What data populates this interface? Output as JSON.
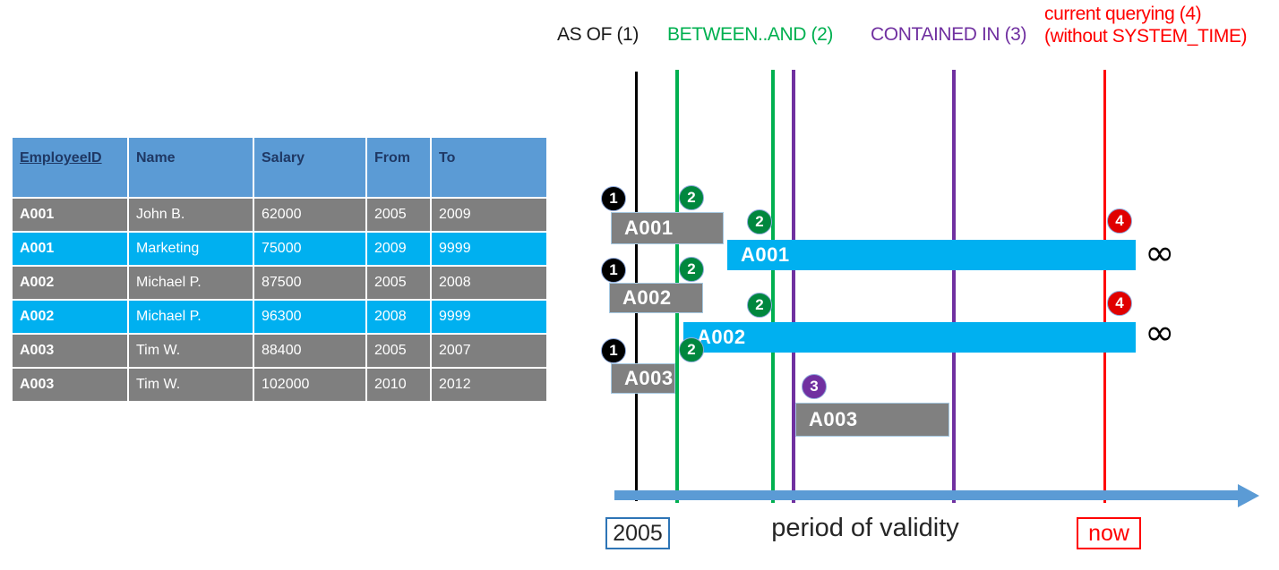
{
  "table": {
    "name": "employee-temporal-table",
    "columns": [
      {
        "key": "employee_id",
        "label": "EmployeeID",
        "underlined": true
      },
      {
        "key": "name",
        "label": "Name",
        "underlined": false
      },
      {
        "key": "salary",
        "label": "Salary",
        "underlined": false
      },
      {
        "key": "from",
        "label": "From",
        "underlined": false
      },
      {
        "key": "to",
        "label": "To",
        "underlined": false
      }
    ],
    "rows": [
      {
        "style": "gray",
        "employee_id": "A001",
        "name": "John  B.",
        "salary": "62000",
        "from": "2005",
        "to": "2009"
      },
      {
        "style": "cyan",
        "employee_id": "A001",
        "name": "Marketing",
        "salary": "75000",
        "from": "2009",
        "to": "9999"
      },
      {
        "style": "gray",
        "employee_id": "A002",
        "name": "Michael P.",
        "salary": "87500",
        "from": "2005",
        "to": "2008"
      },
      {
        "style": "cyan",
        "employee_id": "A002",
        "name": "Michael P.",
        "salary": "96300",
        "from": "2008",
        "to": "9999"
      },
      {
        "style": "gray",
        "employee_id": "A003",
        "name": "Tim W.",
        "salary": "88400",
        "from": "2005",
        "to": "2007"
      },
      {
        "style": "gray",
        "employee_id": "A003",
        "name": "Tim W.",
        "salary": "102000",
        "from": "2010",
        "to": "2012"
      }
    ],
    "colors": {
      "header_bg": "#5B9BD5",
      "header_text": "#1F3864",
      "row_gray": "#7F7F7F",
      "row_cyan": "#00B0F0",
      "row_text": "#FFFFFF"
    }
  },
  "diagram": {
    "legend": [
      {
        "id": "as-of",
        "text": "AS OF (1)",
        "color": "#1A1A1A"
      },
      {
        "id": "between-and",
        "text": "BETWEEN..AND (2)",
        "color": "#00B050"
      },
      {
        "id": "contained-in",
        "text": "CONTAINED IN (3)",
        "color": "#7030A0"
      },
      {
        "id": "current-query-line1",
        "text": "current querying (4)",
        "color": "#FF0000"
      },
      {
        "id": "current-query-line2",
        "text": "(without SYSTEM_TIME)",
        "color": "#FF0000"
      }
    ],
    "vertical_lines": [
      {
        "id": "line-as-of",
        "color": "#000000"
      },
      {
        "id": "line-between-start",
        "color": "#00B050"
      },
      {
        "id": "line-between-end",
        "color": "#00B050"
      },
      {
        "id": "line-contained-start",
        "color": "#7030A0"
      },
      {
        "id": "line-contained-end",
        "color": "#7030A0"
      },
      {
        "id": "line-now",
        "color": "#FF0000"
      }
    ],
    "bars": [
      {
        "id": "bar-a001-historic",
        "label": "A001",
        "style": "gray"
      },
      {
        "id": "bar-a001-current",
        "label": "A001",
        "style": "cyan"
      },
      {
        "id": "bar-a002-historic",
        "label": "A002",
        "style": "gray"
      },
      {
        "id": "bar-a002-current",
        "label": "A002",
        "style": "cyan"
      },
      {
        "id": "bar-a003-historic",
        "label": "A003",
        "style": "gray"
      },
      {
        "id": "bar-a003-second",
        "label": "A003",
        "style": "gray"
      }
    ],
    "badges": [
      {
        "id": "badge-a001-asof",
        "text": "1",
        "color": "black"
      },
      {
        "id": "badge-a001-between",
        "text": "2",
        "color": "green"
      },
      {
        "id": "badge-a001-between-2",
        "text": "2",
        "color": "green"
      },
      {
        "id": "badge-a001-now",
        "text": "4",
        "color": "red"
      },
      {
        "id": "badge-a002-asof",
        "text": "1",
        "color": "black"
      },
      {
        "id": "badge-a002-between",
        "text": "2",
        "color": "green"
      },
      {
        "id": "badge-a002-between-2",
        "text": "2",
        "color": "green"
      },
      {
        "id": "badge-a002-now",
        "text": "4",
        "color": "red"
      },
      {
        "id": "badge-a003-asof",
        "text": "1",
        "color": "black"
      },
      {
        "id": "badge-a003-between",
        "text": "2",
        "color": "green"
      },
      {
        "id": "badge-a003-contained",
        "text": "3",
        "color": "purple"
      }
    ],
    "infinity_symbols": [
      {
        "id": "infinity-a001",
        "text": "∞"
      },
      {
        "id": "infinity-a002",
        "text": "∞"
      }
    ],
    "axis": {
      "start_label": "2005",
      "end_label": "now",
      "caption": "period of validity",
      "arrow_color": "#5B9BD5"
    }
  }
}
